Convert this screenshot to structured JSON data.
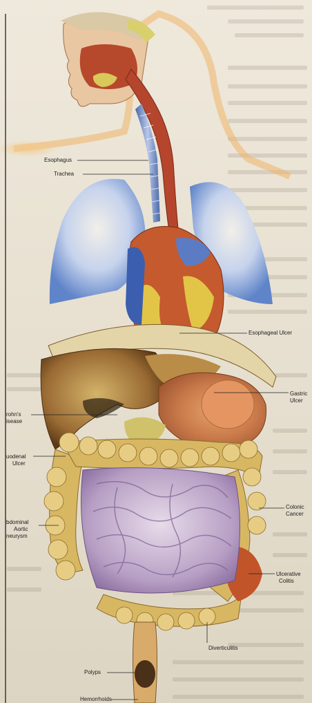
{
  "figure": {
    "labels": {
      "esophagus": "Esophagus",
      "trachea": "Trachea",
      "esophageal_ulcer": "Esophageal Ulcer",
      "gastric_ulcer_1": "Gastric",
      "gastric_ulcer_2": "Ulcer",
      "crohns_1": "rohn's",
      "crohns_2": "isease",
      "duodenal_1": "uodenal",
      "duodenal_2": "Ulcer",
      "aneurysm_1": "bdominal",
      "aneurysm_2": "Aortic",
      "aneurysm_3": "neurysm",
      "colonic_1": "Colonic",
      "colonic_2": "Cancer",
      "ulcerative_1": "Ulcerative",
      "ulcerative_2": "Colitis",
      "diverticulitis": "Diverticulitis",
      "polyps": "Polyps",
      "hemorrhoids": "Hemorrhoids"
    },
    "colors": {
      "paper": "#e9e3d6",
      "tissue_red": "#b5452c",
      "lung_blue": "#7f9fd6",
      "liver_brown": "#8a5a2a",
      "intestine_purple": "#b9a0c4",
      "colon_yellow": "#d9b864"
    }
  }
}
